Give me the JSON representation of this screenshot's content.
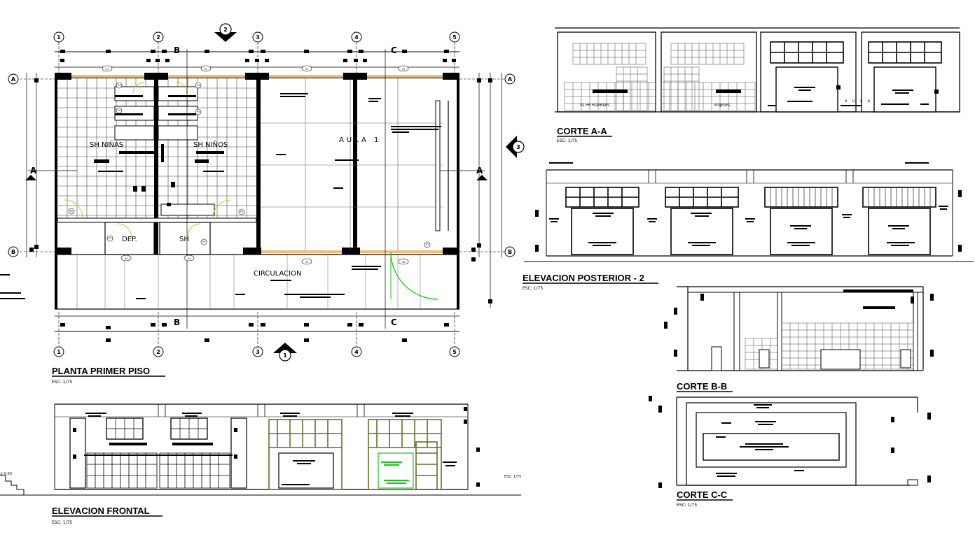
{
  "titles": {
    "plan": "PLANTA  PRIMER PISO",
    "front": "ELEVACION FRONTAL",
    "cut_aa": "CORTE A-A",
    "rear": "ELEVACION POSTERIOR - 2",
    "cut_bb": "CORTE B-B",
    "cut_cc": "CORTE C-C"
  },
  "scales": {
    "plan": "ESC: 1/75",
    "front": "ESC: 1/75",
    "cut_aa": "ESC: 1/75",
    "rear": "ESC: 1/75",
    "cut_bb": "ESC: 1/75",
    "cut_cc": "ESC: 1/75",
    "front_side": "ESC: 1/75"
  },
  "rooms": {
    "sh_ninas": "SH NIÑAS",
    "sh_ninos": "SH NIÑOS",
    "aula": "AULA 1",
    "dep": "DEP.",
    "sh": "SH",
    "circulacion": "CIRCULACION"
  },
  "section_labels": {
    "a": "A",
    "b": "B",
    "c": "C",
    "elev_1": "1",
    "elev_2": "2",
    "elev_3": "3"
  },
  "axes": {
    "columns": [
      "1",
      "2",
      "3",
      "4",
      "5"
    ],
    "rows": [
      "A",
      "B"
    ]
  },
  "windows": {
    "v1": "V1",
    "v2": "V2",
    "v3": "V3",
    "v4": "V4"
  },
  "doors": {
    "p1": "P1",
    "p2": "P2",
    "p3": "P3",
    "p4": "P4"
  },
  "cut_aa_labels": {
    "hombres": "SS.HH HOMBRES",
    "mujeres": "MUJERES",
    "aula": "A U L A"
  },
  "level_marker": "± 0.00",
  "colors": {
    "line": "#000000",
    "window_band": "#f0c070",
    "door_swing": "#1fbf1f",
    "elev_green_frame": "#6b6b2a",
    "grid_gray": "#555555"
  }
}
